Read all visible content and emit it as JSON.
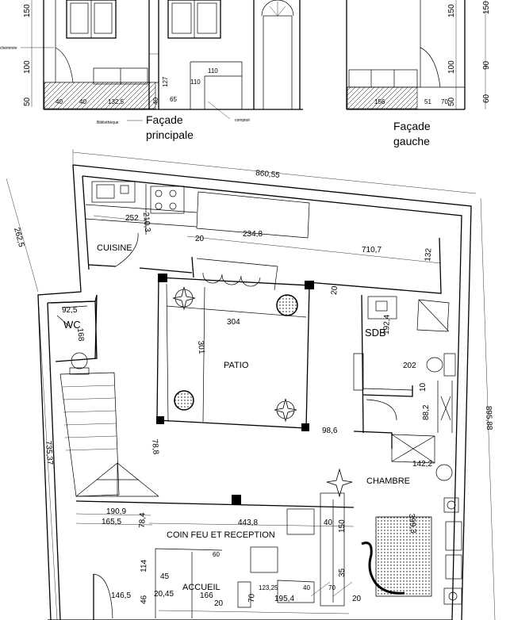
{
  "captions": {
    "facade_principale_line1": "Façade",
    "facade_principale_line2": "principale",
    "facade_gauche_line1": "Façade",
    "facade_gauche_line2": "gauche"
  },
  "facade_notes": {
    "cheminee": "cheminée",
    "bibliotheque": "Bibliothèque",
    "comptoir": "comptoir"
  },
  "elevation_scale": {
    "left": [
      "150",
      "100",
      "50"
    ],
    "right_inner": [
      "150",
      "100",
      "50"
    ],
    "right_outer": [
      "90",
      "60"
    ]
  },
  "facade_dims": {
    "d110a": "110",
    "d110b": "110",
    "d127": "127",
    "d40": "40",
    "d65": "65",
    "d40b": "40",
    "d1325": "132,5",
    "d40c": "40",
    "d156": "156",
    "d51": "51",
    "d70": "70"
  },
  "rooms": {
    "cuisine": "CUISINE",
    "wc": "WC",
    "patio": "PATIO",
    "sdb": "SDB",
    "chambre": "CHAMBRE",
    "coin_feu": "COIN FEU ET RECEPTION",
    "accueil": "ACCUEIL"
  },
  "plan_dims": {
    "top_width": "860,55",
    "left_top": "262,5",
    "left_bottom": "735,37",
    "right": "895,88",
    "d252": "252",
    "d2103": "210,3",
    "d20a": "20",
    "d2348": "234,8",
    "d7107": "710,7",
    "d132": "132",
    "d20b": "20",
    "d925": "92,5",
    "d168": "168",
    "d304": "304",
    "d301": "301",
    "d1924": "192,4",
    "d202": "202",
    "d10": "10",
    "d882": "88,2",
    "d986": "98,6",
    "d788": "78,8",
    "d1422": "142,2",
    "d1909": "190,9",
    "d1655": "165,5",
    "d784": "78,4",
    "d4438": "443,8",
    "d3993": "399,3",
    "d40": "40",
    "d150": "150",
    "d60": "60",
    "d114": "114",
    "d45": "45",
    "d35": "35",
    "d1465": "146,5",
    "d46": "46",
    "d2045": "20,45",
    "d166": "166",
    "d70a": "70",
    "d12325": "123,25",
    "d1954": "195,4",
    "d40b": "40",
    "d70b": "70",
    "d20c": "20",
    "d20d": "20"
  }
}
